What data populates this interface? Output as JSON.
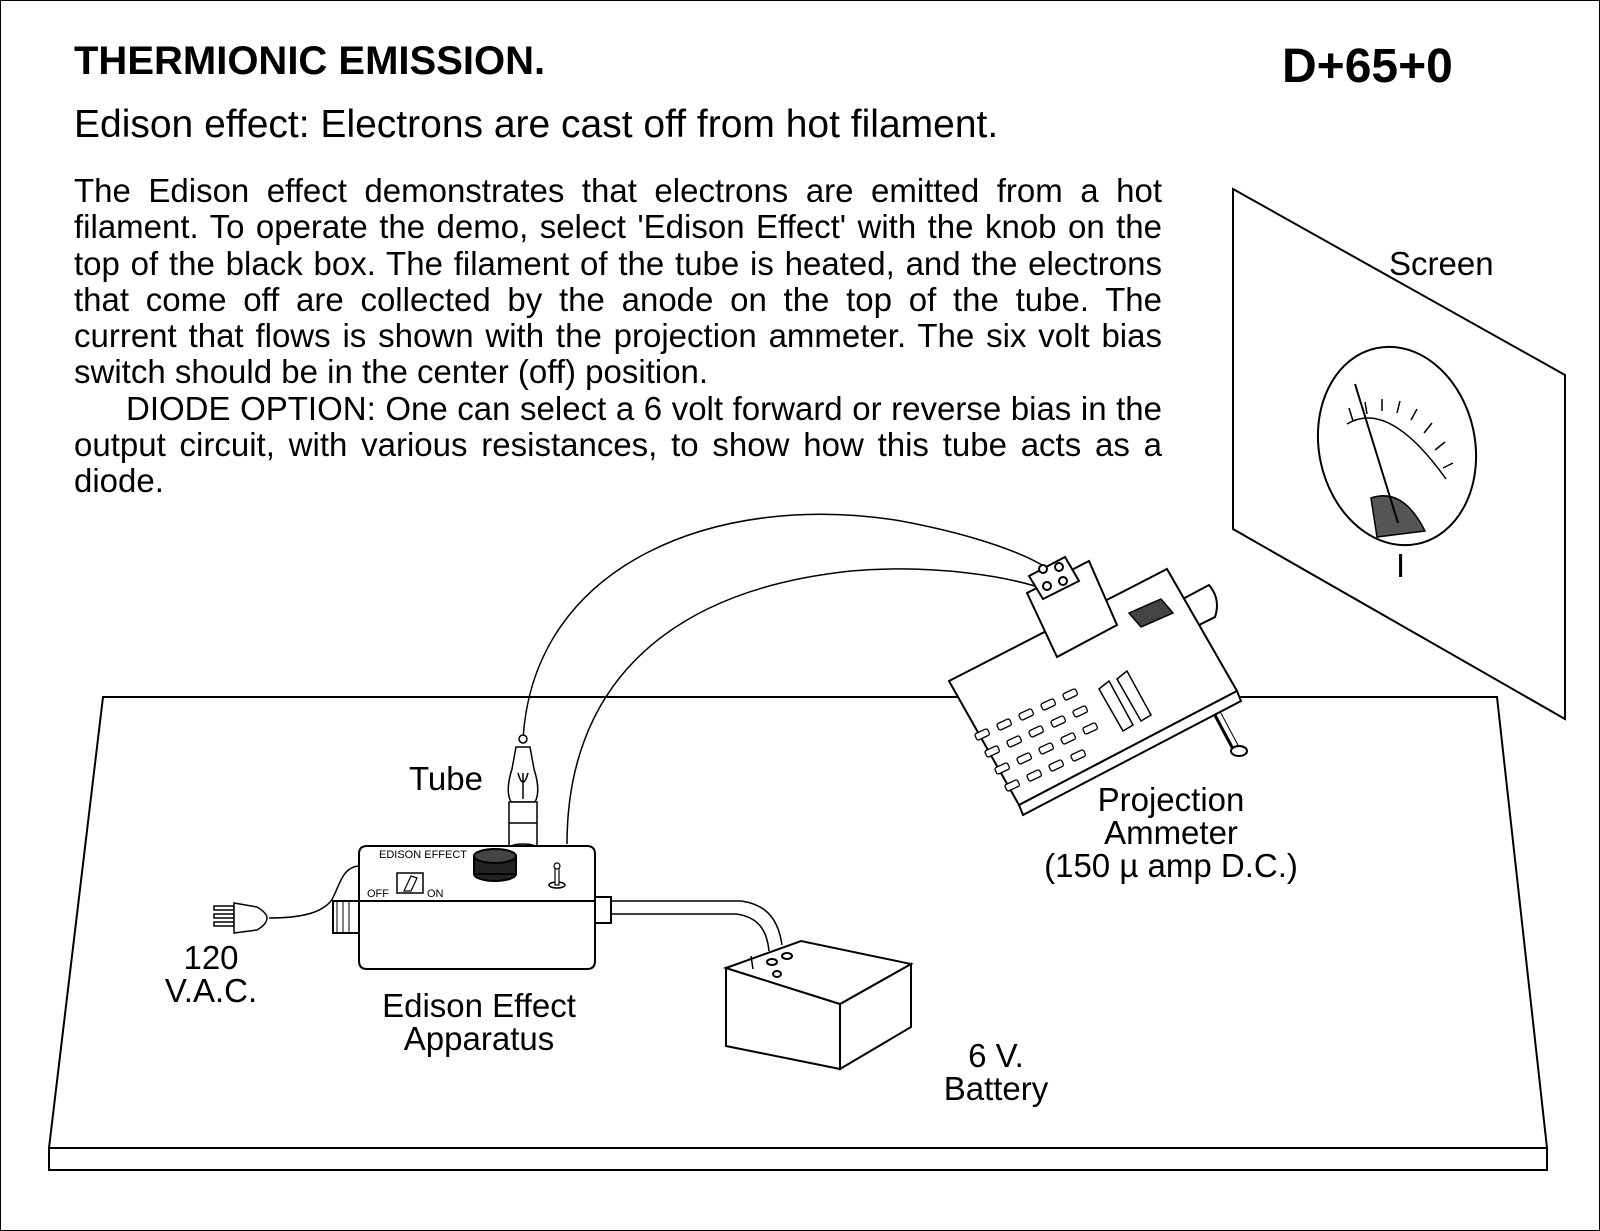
{
  "header": {
    "title": "THERMIONIC EMISSION.",
    "code": "D+65+0",
    "subtitle": "Edison effect: Electrons are cast off from hot filament."
  },
  "description": {
    "paragraph1": "The Edison effect demonstrates that electrons are emitted from a hot filament.  To operate the demo, select 'Edison Effect' with the knob on the top of the black box.  The filament of the tube is heated, and the electrons that come off are collected by the anode on the top of the tube.  The current that flows is shown with the projection ammeter. The six volt bias switch should be in the center (off) position.",
    "paragraph2": "DIODE OPTION:  One can select a 6 volt forward or reverse bias in the output circuit, with various resistances, to show how this tube acts as a diode."
  },
  "labels": {
    "screen": "Screen",
    "meter_i": "I",
    "tube": "Tube",
    "projection_ammeter": [
      "Projection",
      "Ammeter",
      "(150 µ amp D.C.)"
    ],
    "vac": [
      "120",
      "V.A.C."
    ],
    "apparatus": [
      "Edison Effect",
      "Apparatus"
    ],
    "battery": [
      "6 V.",
      "Battery"
    ],
    "box_label": "EDISON EFFECT",
    "switch_off": "OFF",
    "switch_on": "ON"
  }
}
